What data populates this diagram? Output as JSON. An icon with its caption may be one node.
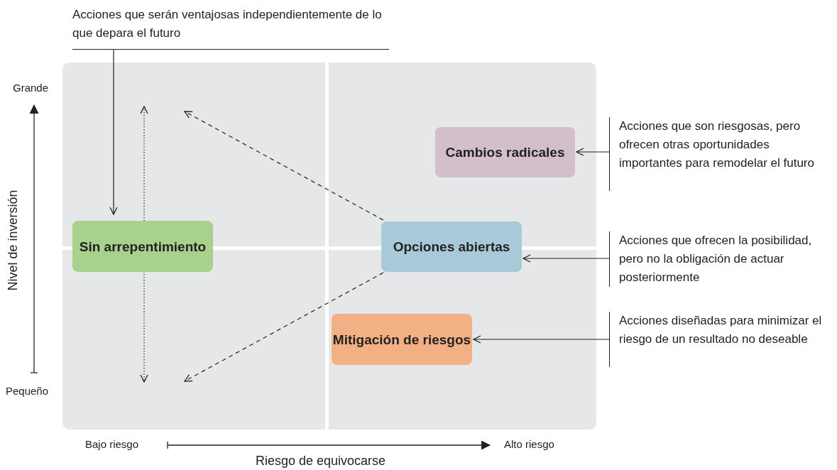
{
  "diagram": {
    "nodes": [
      {
        "text": [
          "Acciones que serán ventajosas independientemente de lo que depara el futuro"
        ]
      },
      {
        "text": [
          "Cambios radicales"
        ]
      },
      {
        "text": [
          "Acciones que son riesgosas, pero ofrecen otras oportunidades importantes para remodelar el futuro"
        ]
      },
      {
        "text": [
          "Sin arrepentimiento"
        ]
      },
      {
        "text": [
          "Opciones abiertas"
        ]
      },
      {
        "text": [
          "Acciones que ofrecen la posibilidad, pero no la obligación de actuar posteriormente"
        ]
      },
      {
        "text": [
          "Mitigación de riesgos"
        ]
      },
      {
        "text": [
          "Acciones diseñadas para minimizar el riesgo de un resultado no deseable"
        ]
      }
    ],
    "edges": [
      {
        "from": 0,
        "to": 3,
        "arrow": "to"
      },
      {
        "from": 2,
        "to": 1,
        "arrow": "to"
      },
      {
        "from": 5,
        "to": 4,
        "arrow": "to"
      },
      {
        "from": 7,
        "to": 6,
        "arrow": "to"
      },
      {
        "from": 4,
        "to": null,
        "arrow": "to",
        "style": "dashed"
      },
      {
        "from": 4,
        "to": null,
        "arrow": "to",
        "style": "dashed"
      }
    ],
    "labels": [
      "Grande",
      "Pequeño",
      "Nivel de inversión",
      "Bajo riesgo",
      "Alto riesgo",
      "Riesgo de equivocarse"
    ]
  }
}
